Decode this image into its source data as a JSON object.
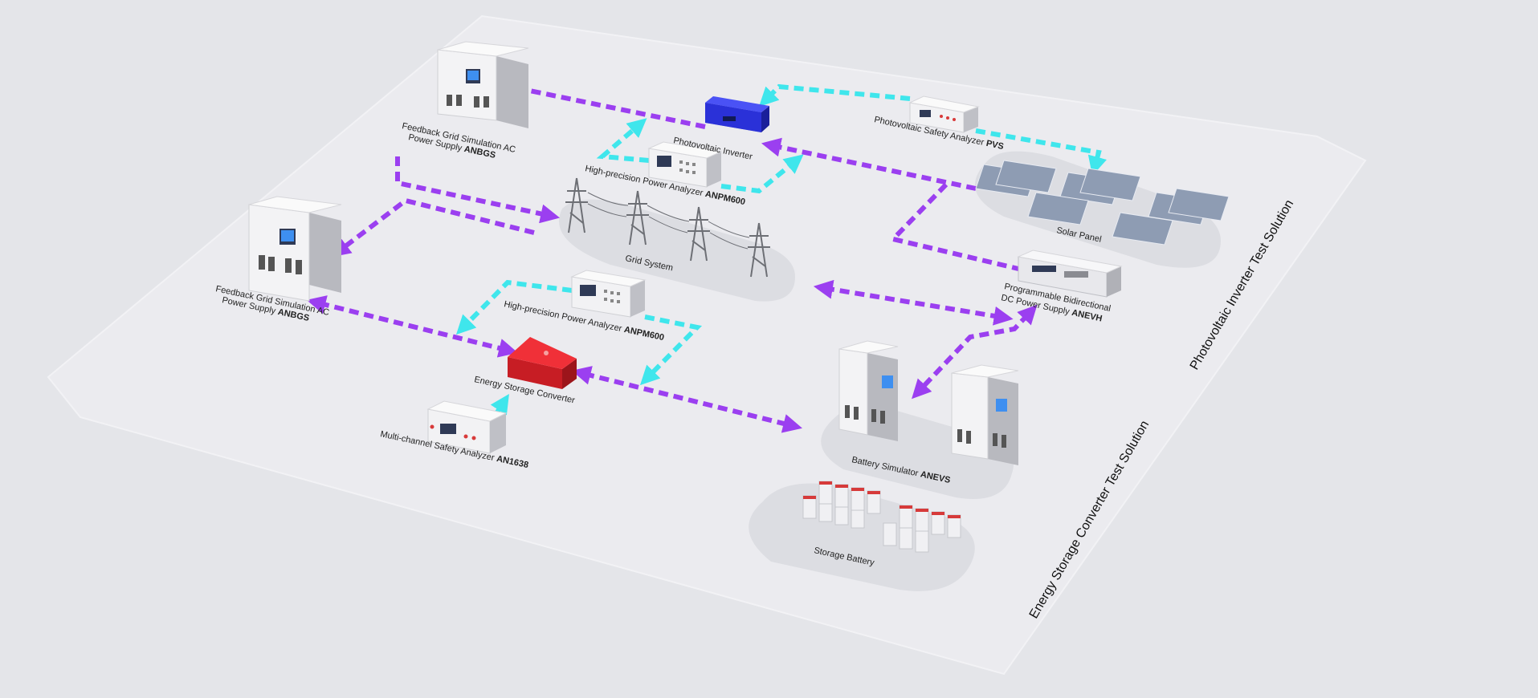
{
  "labels": {
    "feedback_top_l1": "Feedback Grid Simulation AC",
    "feedback_top_l2": "Power Supply ",
    "feedback_top_model": "ANBGS",
    "feedback_left_l1": "Feedback Grid Simulation AC",
    "feedback_left_l2": "Power Supply ",
    "feedback_left_model": "ANBGS",
    "pv_inverter": "Photovoltaic Inverter",
    "pv_safety_name": "Photovoltaic Safety Analyzer ",
    "pv_safety_model": "PVS",
    "power_analyzer_top_name": "High-precision Power Analyzer ",
    "power_analyzer_top_model": "ANPM600",
    "grid_system": "Grid System",
    "solar_panel": "Solar Panel",
    "dc_supply_l1": "Programmable Bidirectional",
    "dc_supply_l2": "DC Power Supply ",
    "dc_supply_model": "ANEVH",
    "power_analyzer_mid_name": "High-precision Power Analyzer ",
    "power_analyzer_mid_model": "ANPM600",
    "storage_converter": "Energy Storage Converter",
    "multi_safety_name": "Multi-channel Safety Analyzer ",
    "multi_safety_model": "AN1638",
    "battery_sim_name": "Battery Simulator ",
    "battery_sim_model": "ANEVS",
    "storage_battery": "Storage Battery",
    "pv_solution_title": "Photovoltaic Inverter Test Solution",
    "ess_solution_title": "Energy Storage Converter Test Solution"
  },
  "colors": {
    "background": "#e4e5e9",
    "platform": "#ebebef",
    "power_flow": "#9b3ff0",
    "signal_flow": "#3fe6ec",
    "pv_inverter": "#3038e6",
    "storage_converter": "#e8262d"
  }
}
